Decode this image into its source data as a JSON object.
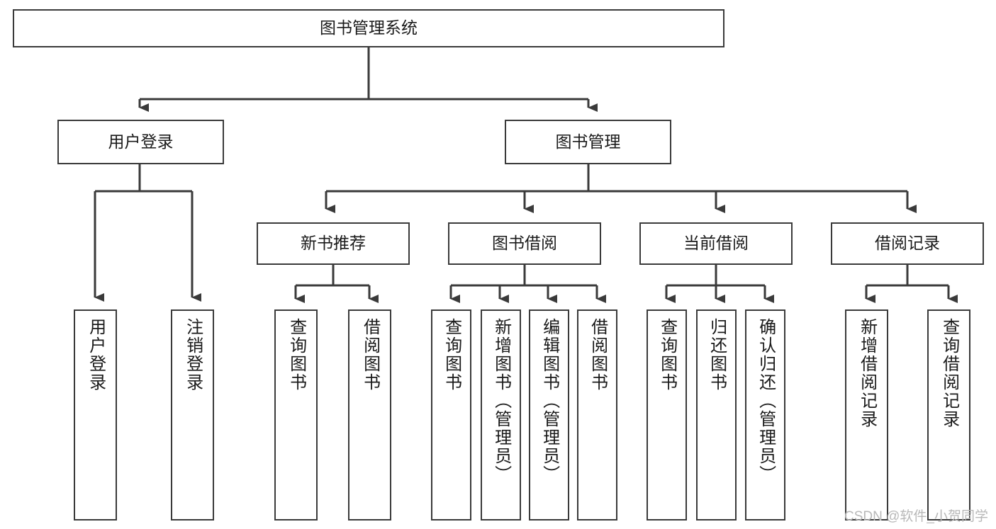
{
  "diagram": {
    "type": "hierarchy-tree",
    "root": {
      "id": "root",
      "label": "图书管理系统"
    },
    "level2": [
      {
        "id": "user-login",
        "label": "用户登录"
      },
      {
        "id": "book-manage",
        "label": "图书管理"
      }
    ],
    "level3": [
      {
        "id": "new-book-rec",
        "label": "新书推荐",
        "parent": "book-manage"
      },
      {
        "id": "book-borrow",
        "label": "图书借阅",
        "parent": "book-manage"
      },
      {
        "id": "current-borrow",
        "label": "当前借阅",
        "parent": "book-manage"
      },
      {
        "id": "borrow-record",
        "label": "借阅记录",
        "parent": "book-manage"
      }
    ],
    "leaves": [
      {
        "id": "leaf-user-login",
        "label": "用户登录",
        "parent": "user-login"
      },
      {
        "id": "leaf-logout",
        "label": "注销登录",
        "parent": "user-login"
      },
      {
        "id": "leaf-query-book-1",
        "label": "查询图书",
        "parent": "new-book-rec"
      },
      {
        "id": "leaf-borrow-book-1",
        "label": "借阅图书",
        "parent": "new-book-rec"
      },
      {
        "id": "leaf-query-book-2",
        "label": "查询图书",
        "parent": "book-borrow"
      },
      {
        "id": "leaf-add-book",
        "label": "新增图书（管理员）",
        "parent": "book-borrow"
      },
      {
        "id": "leaf-edit-book",
        "label": "编辑图书（管理员）",
        "parent": "book-borrow"
      },
      {
        "id": "leaf-borrow-book-2",
        "label": "借阅图书",
        "parent": "book-borrow"
      },
      {
        "id": "leaf-query-book-3",
        "label": "查询图书",
        "parent": "current-borrow"
      },
      {
        "id": "leaf-return-book",
        "label": "归还图书",
        "parent": "current-borrow"
      },
      {
        "id": "leaf-confirm-return",
        "label": "确认归还（管理员）",
        "parent": "current-borrow"
      },
      {
        "id": "leaf-add-record",
        "label": "新增借阅记录",
        "parent": "borrow-record"
      },
      {
        "id": "leaf-query-record",
        "label": "查询借阅记录",
        "parent": "borrow-record"
      }
    ]
  },
  "watermark": {
    "text": "CSDN @软件_小贺同学"
  },
  "colors": {
    "stroke": "#3a3a3a",
    "text": "#1a1a1a",
    "background": "#ffffff",
    "watermark": "#b8b8b8"
  }
}
